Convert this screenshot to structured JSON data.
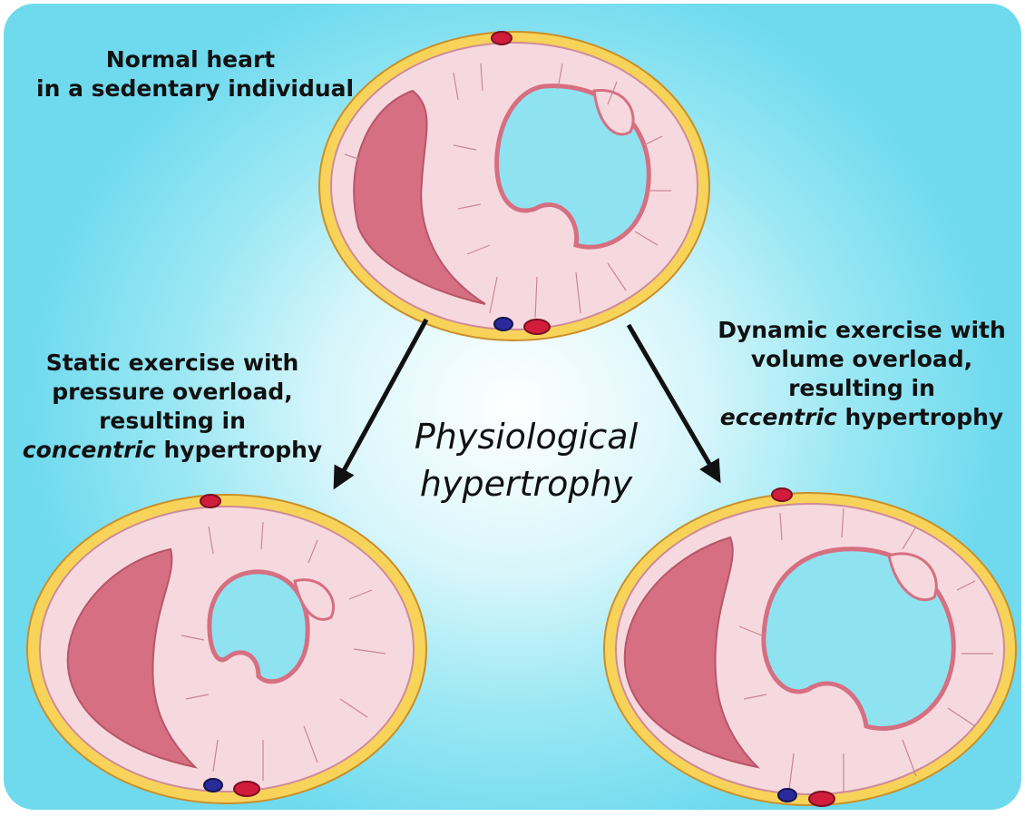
{
  "labels": {
    "normal": {
      "line1": "Normal heart",
      "line2": "in a sedentary individual"
    },
    "static": {
      "line1": "Static exercise with",
      "line2": "pressure overload,",
      "line3": "resulting in",
      "line4_italic": "concentric",
      "line4_rest": " hypertrophy"
    },
    "dynamic": {
      "line1": "Dynamic exercise with",
      "line2": "volume overload,",
      "line3": "resulting in",
      "line4_italic": "eccentric",
      "line4_rest": " hypertrophy"
    }
  },
  "center_title": {
    "line1": "Physiological",
    "line2": "hypertrophy"
  },
  "colors": {
    "background_outer": "#6fdaee",
    "background_center": "#ffffff",
    "fat_layer": "#f7d35a",
    "myocardium": "#f6d9de",
    "endocardium": "#d66f81",
    "artery": "#d21c3c",
    "vein": "#2b2a9c",
    "arrow": "#111111"
  }
}
